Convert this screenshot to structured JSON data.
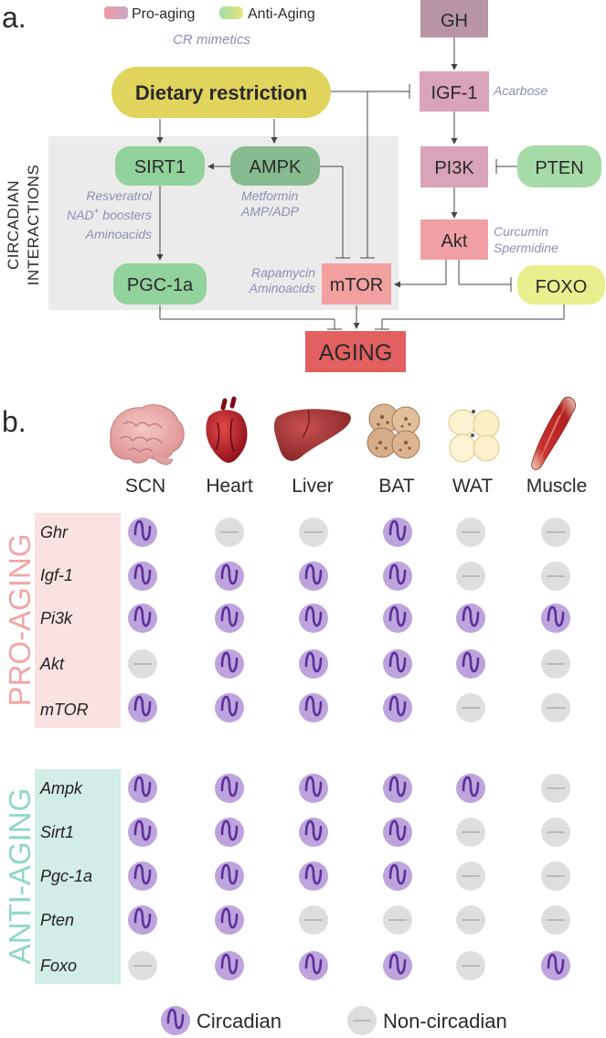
{
  "panel_a": {
    "letter": "a.",
    "legend": {
      "pro": "Pro-aging",
      "anti": "Anti-Aging"
    },
    "cr_mimetics": "CR mimetics",
    "circadian_label_line1": "CIRCADIAN",
    "circadian_label_line2": "INTERACTIONS",
    "nodes": {
      "dietary": "Dietary restriction",
      "gh": "GH",
      "igf1": "IGF-1",
      "pi3k": "PI3K",
      "pten": "PTEN",
      "akt": "Akt",
      "foxo": "FOXO",
      "sirt1": "SIRT1",
      "ampk": "AMPK",
      "pgc1a": "PGC-1a",
      "mtor": "mTOR",
      "aging": "AGING"
    },
    "drugs": {
      "acarbose": "Acarbose",
      "resveratrol": "Resveratrol",
      "nad": "NAD",
      "nad_sup": "+",
      "boosters": " boosters",
      "aminoacids1": "Aminoacids",
      "metformin": "Metformin",
      "ampadp": "AMP/ADP",
      "rapamycin": "Rapamycin",
      "aminoacids2": "Aminoacids",
      "curcumin": "Curcumin",
      "spermidine": "Spermidine"
    },
    "colors": {
      "pro_fill": "#d9a3b9",
      "gh_fill": "#b795a4",
      "akt_fill": "#f0a0a3",
      "mtor_fill": "#f2a0a0",
      "aging_fill": "#e26060",
      "anti_fill": "#92d29c",
      "ampk_fill": "#88bb8f",
      "dietary_fill": "#e1d45c",
      "foxo_fill": "#e9ef8e",
      "shade": "#ebebeb"
    }
  },
  "panel_b": {
    "letter": "b.",
    "tissues": [
      "SCN",
      "Heart",
      "Liver",
      "BAT",
      "WAT",
      "Muscle"
    ],
    "groups": [
      {
        "label": "PRO-AGING",
        "color": "#f2a6a6",
        "bg": "#fbe2e2",
        "genes": [
          "Ghr",
          "Igf-1",
          "Pi3k",
          "Akt",
          "mTOR"
        ]
      },
      {
        "label": "ANTI-AGING",
        "color": "#8fd7c9",
        "bg": "#d2ece7",
        "genes": [
          "Ampk",
          "Sirt1",
          "Pgc-1a",
          "Pten",
          "Foxo"
        ]
      }
    ],
    "matrix": [
      [
        1,
        0,
        0,
        1,
        0,
        0
      ],
      [
        1,
        1,
        1,
        1,
        0,
        0
      ],
      [
        1,
        1,
        1,
        1,
        1,
        1
      ],
      [
        0,
        1,
        1,
        1,
        1,
        0
      ],
      [
        1,
        1,
        1,
        1,
        0,
        0
      ],
      [
        1,
        1,
        1,
        1,
        1,
        0
      ],
      [
        1,
        1,
        1,
        1,
        0,
        0
      ],
      [
        1,
        1,
        1,
        1,
        0,
        0
      ],
      [
        1,
        1,
        0,
        0,
        0,
        0
      ],
      [
        0,
        1,
        1,
        1,
        0,
        1
      ]
    ],
    "legend": {
      "circadian": "Circadian",
      "non_circadian": "Non-circadian"
    },
    "colors": {
      "circadian": "#bda4dc",
      "wave": "#5b2f9a",
      "non": "#dedede",
      "dash": "#b9b9b9"
    },
    "icons": [
      "brain-icon",
      "heart-icon",
      "liver-icon",
      "brown-fat-icon",
      "white-fat-icon",
      "muscle-icon"
    ]
  }
}
